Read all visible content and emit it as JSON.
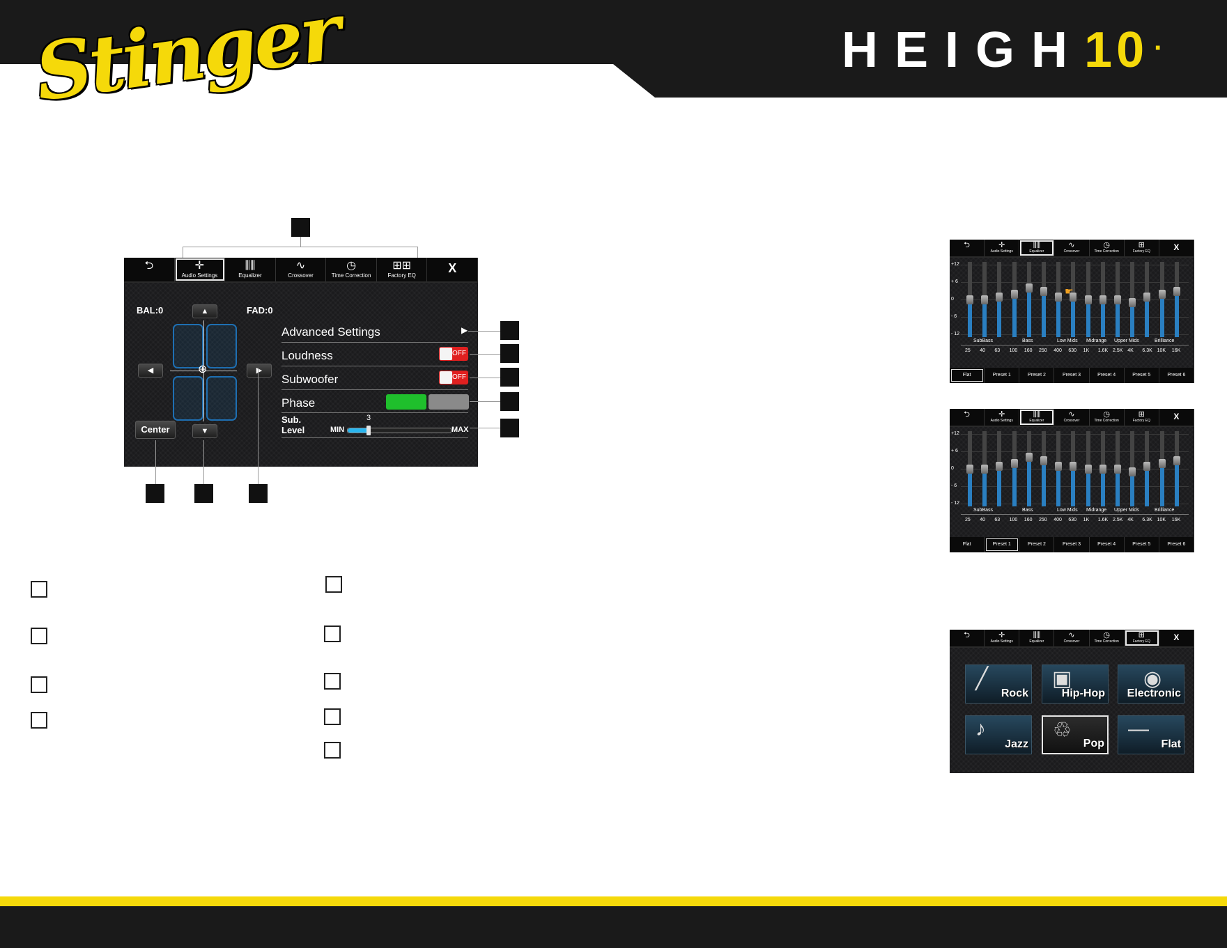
{
  "header": {
    "logo_text": "Stinger",
    "brand_main": "HEIGH",
    "brand_accent": "10",
    "brand_dot": "·",
    "colors": {
      "header_bg": "#1a1a1a",
      "accent": "#f5d90a"
    }
  },
  "main_screen": {
    "tabs": [
      {
        "icon": "back-arrow-icon",
        "label": ""
      },
      {
        "icon": "crosshair-icon",
        "label": "Audio Settings"
      },
      {
        "icon": "equalizer-sliders-icon",
        "label": "Equalizer"
      },
      {
        "icon": "crossover-icon",
        "label": "Crossover"
      },
      {
        "icon": "clock-icon",
        "label": "Time Correction"
      },
      {
        "icon": "grid-icon",
        "label": "Factory EQ"
      },
      {
        "icon": "close-icon",
        "label": "X"
      }
    ],
    "bal_label": "BAL:0",
    "fad_label": "FAD:0",
    "center_label": "Center",
    "advanced_settings_label": "Advanced Settings",
    "loudness_label": "Loudness",
    "loudness_state": "OFF",
    "subwoofer_label": "Subwoofer",
    "subwoofer_state": "OFF",
    "phase_label": "Phase",
    "sub_level_label_1": "Sub.",
    "sub_level_label_2": "Level",
    "sub_level_value": "3",
    "sub_level_min": "MIN",
    "sub_level_max": "MAX",
    "sub_level_fraction": 0.2
  },
  "eq_screen": {
    "tabs": [
      {
        "icon": "back-arrow-icon",
        "label": ""
      },
      {
        "icon": "crosshair-icon",
        "label": "Audio Settings"
      },
      {
        "icon": "equalizer-sliders-icon",
        "label": "Equalizer"
      },
      {
        "icon": "crossover-icon",
        "label": "Crossover"
      },
      {
        "icon": "clock-icon",
        "label": "Time Correction"
      },
      {
        "icon": "grid-icon",
        "label": "Factory EQ"
      },
      {
        "icon": "close-icon",
        "label": "X"
      }
    ],
    "y_labels": [
      "+12",
      "+ 6",
      "0",
      "- 6",
      "- 12"
    ],
    "group_labels": [
      "SubBass",
      "Bass",
      "Low Mids",
      "Midrange",
      "Upper Mids",
      "Brilliance"
    ],
    "frequencies": [
      "25",
      "40",
      "63",
      "100",
      "160",
      "250",
      "400",
      "630",
      "1K",
      "1.6K",
      "2.5K",
      "4K",
      "6.3K",
      "10K",
      "16K"
    ],
    "presets": [
      "Flat",
      "Preset 1",
      "Preset 2",
      "Preset 3",
      "Preset 4",
      "Preset 5",
      "Preset 6"
    ],
    "screen1_levels": [
      0,
      0,
      1,
      2,
      4,
      3,
      1,
      1,
      0,
      0,
      0,
      -1,
      1,
      2,
      3
    ],
    "screen2_levels": [
      0,
      0,
      1,
      2,
      4,
      3,
      1,
      1,
      0,
      0,
      0,
      -1,
      1,
      2,
      3
    ]
  },
  "genre_screen": {
    "genres": [
      {
        "label": "Rock",
        "icon": "guitar-icon"
      },
      {
        "label": "Hip-Hop",
        "icon": "boombox-icon"
      },
      {
        "label": "Electronic",
        "icon": "speaker-icon"
      },
      {
        "label": "Jazz",
        "icon": "saxophone-icon"
      },
      {
        "label": "Pop",
        "icon": "microphone-icon"
      },
      {
        "label": "Flat",
        "icon": "flat-line-icon"
      }
    ]
  }
}
